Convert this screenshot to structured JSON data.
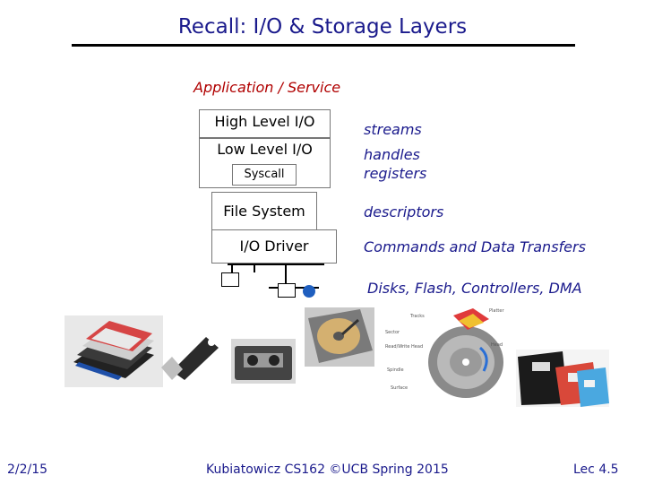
{
  "slide": {
    "title": "Recall: I/O & Storage Layers",
    "application": "Application / Service",
    "layers": {
      "high_level": "High Level I/O",
      "low_level": "Low Level I/O",
      "syscall": "Syscall",
      "file_system": "File System",
      "io_driver": "I/O Driver"
    },
    "annotations": {
      "streams": "streams",
      "handles": "handles",
      "registers": "registers",
      "descriptors": "descriptors",
      "commands": "Commands and Data Transfers",
      "devices": "Disks, Flash, Controllers, DMA"
    },
    "disk_diagram_labels": [
      "Tracks",
      "Sector",
      "Platter",
      "Read/Write Head",
      "Head",
      "Spindle",
      "Surface"
    ],
    "cassette_label": "",
    "footer": {
      "date": "2/2/15",
      "course": "Kubiatowicz CS162 ©UCB Spring 2015",
      "lecture": "Lec 4.5"
    }
  },
  "colors": {
    "title": "#1a1a8c",
    "application": "#b00000",
    "annotation": "#1a1a8c",
    "connector_dot": "#1f5fbf"
  }
}
